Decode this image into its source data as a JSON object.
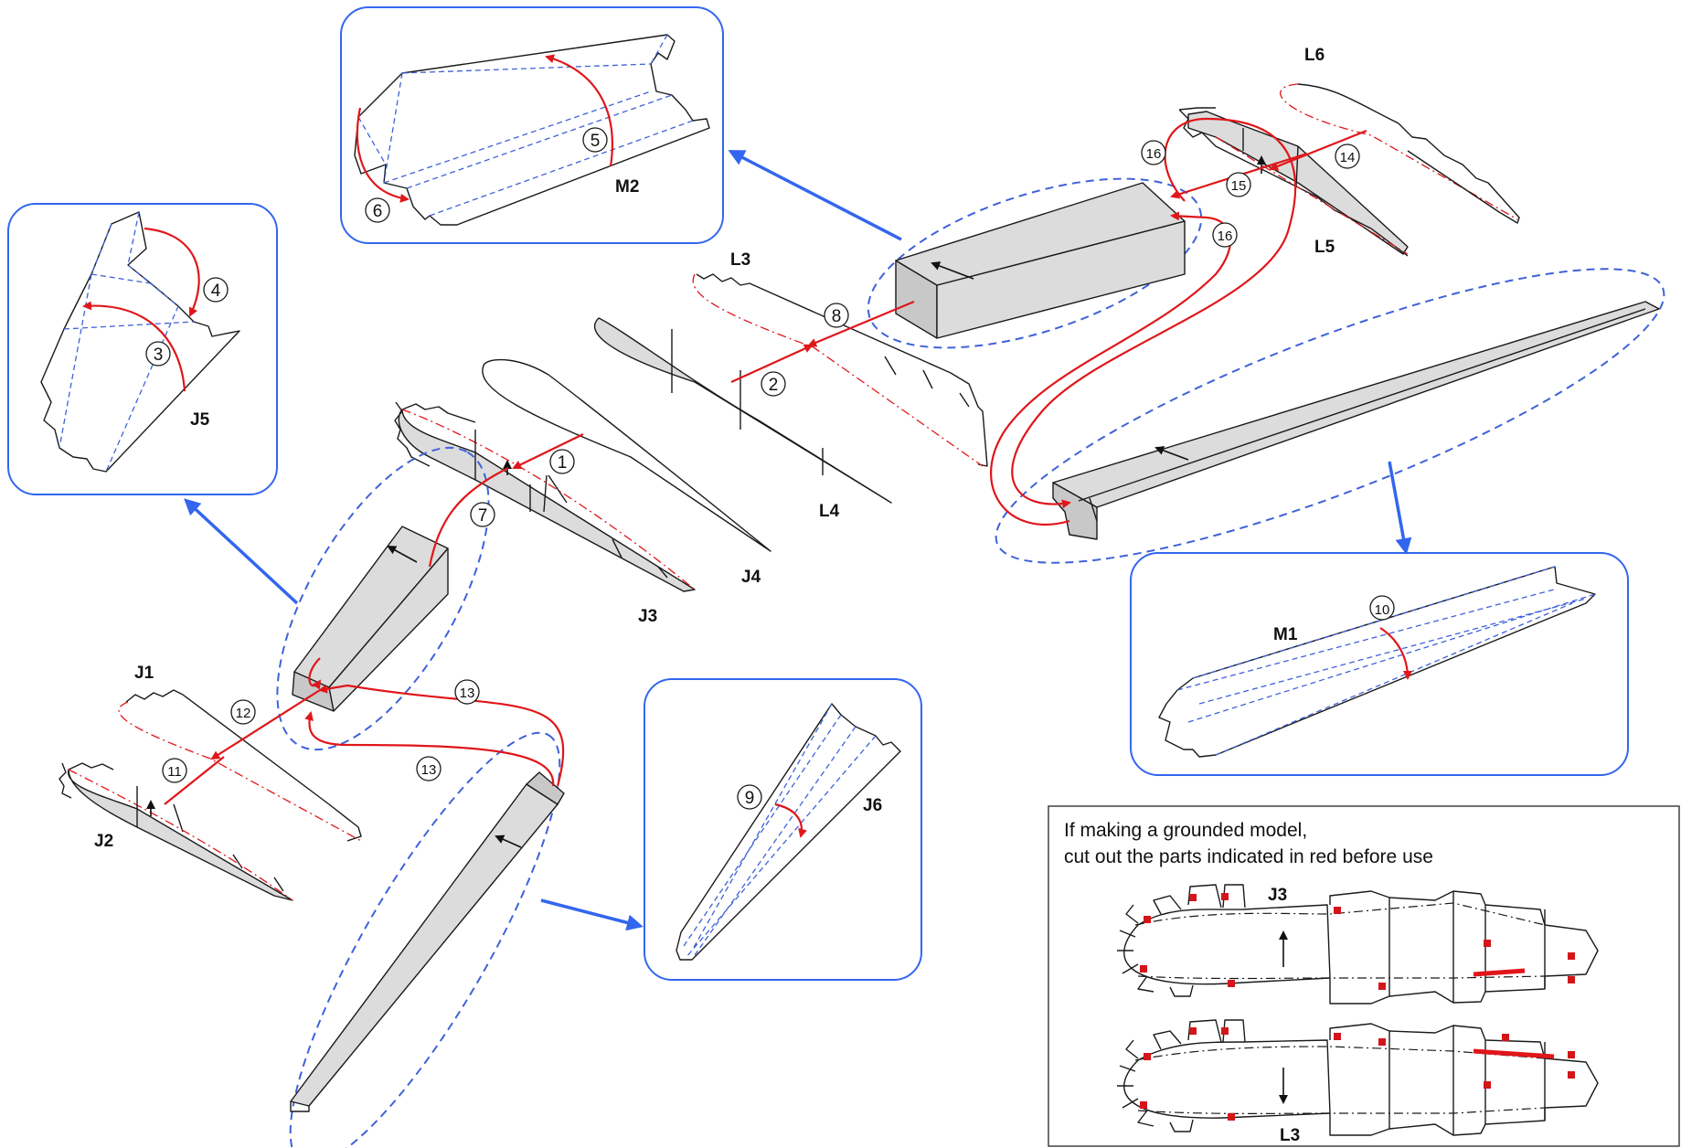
{
  "labels": {
    "m2": "M2",
    "l6": "L6",
    "l5": "L5",
    "l3": "L3",
    "l4": "L4",
    "j5": "J5",
    "j4": "J4",
    "j3": "J3",
    "j1": "J1",
    "j2": "J2",
    "j6": "J6",
    "m1": "M1",
    "note_j3": "J3",
    "note_l3": "L3"
  },
  "steps": [
    "1",
    "2",
    "3",
    "4",
    "5",
    "6",
    "7",
    "8",
    "9",
    "10",
    "11",
    "12",
    "13",
    "14",
    "15",
    "16"
  ],
  "note": {
    "line1": "If making a grounded model,",
    "line2": "cut out the parts indicated in red before use"
  },
  "colors": {
    "fold_arrow": "#e0161a",
    "detail_arrow": "#3366ee",
    "ellipse": "#3f62d8",
    "part_fill": "#dcdcdc"
  }
}
